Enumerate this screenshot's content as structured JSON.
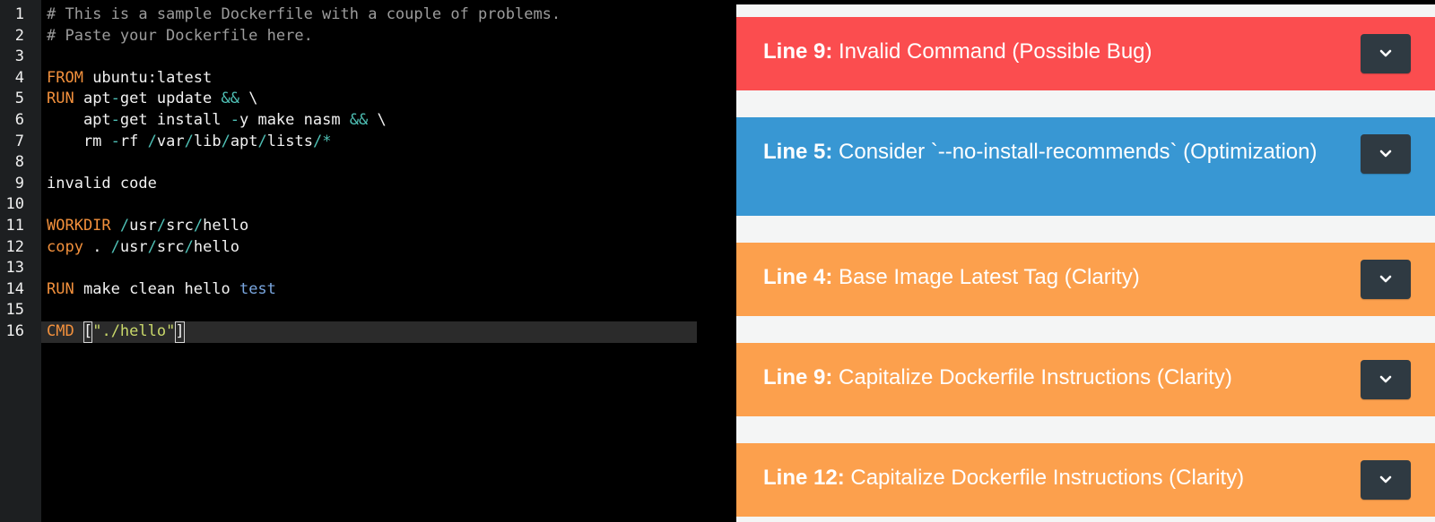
{
  "editor": {
    "lines": [
      {
        "n": "1",
        "tokens": [
          {
            "t": "# This is a sample Dockerfile with a couple of problems.",
            "c": "comment"
          }
        ]
      },
      {
        "n": "2",
        "tokens": [
          {
            "t": "# Paste your Dockerfile here.",
            "c": "comment"
          }
        ]
      },
      {
        "n": "3",
        "tokens": []
      },
      {
        "n": "4",
        "tokens": [
          {
            "t": "FROM",
            "c": "keyword"
          },
          {
            "t": " ubuntu:latest",
            "c": "plain"
          }
        ]
      },
      {
        "n": "5",
        "tokens": [
          {
            "t": "RUN",
            "c": "keyword"
          },
          {
            "t": " apt",
            "c": "plain"
          },
          {
            "t": "-",
            "c": "operator"
          },
          {
            "t": "get update ",
            "c": "plain"
          },
          {
            "t": "&&",
            "c": "operator"
          },
          {
            "t": " \\",
            "c": "plain"
          }
        ]
      },
      {
        "n": "6",
        "tokens": [
          {
            "t": "    apt",
            "c": "plain"
          },
          {
            "t": "-",
            "c": "operator"
          },
          {
            "t": "get install ",
            "c": "plain"
          },
          {
            "t": "-",
            "c": "operator"
          },
          {
            "t": "y make nasm ",
            "c": "plain"
          },
          {
            "t": "&&",
            "c": "operator"
          },
          {
            "t": " \\",
            "c": "plain"
          }
        ]
      },
      {
        "n": "7",
        "tokens": [
          {
            "t": "    rm ",
            "c": "plain"
          },
          {
            "t": "-",
            "c": "operator"
          },
          {
            "t": "rf ",
            "c": "plain"
          },
          {
            "t": "/",
            "c": "operator"
          },
          {
            "t": "var",
            "c": "plain"
          },
          {
            "t": "/",
            "c": "operator"
          },
          {
            "t": "lib",
            "c": "plain"
          },
          {
            "t": "/",
            "c": "operator"
          },
          {
            "t": "apt",
            "c": "plain"
          },
          {
            "t": "/",
            "c": "operator"
          },
          {
            "t": "lists",
            "c": "plain"
          },
          {
            "t": "/*",
            "c": "operator"
          }
        ]
      },
      {
        "n": "8",
        "tokens": []
      },
      {
        "n": "9",
        "tokens": [
          {
            "t": "invalid code",
            "c": "plain"
          }
        ]
      },
      {
        "n": "10",
        "tokens": []
      },
      {
        "n": "11",
        "tokens": [
          {
            "t": "WORKDIR",
            "c": "keyword"
          },
          {
            "t": " ",
            "c": "plain"
          },
          {
            "t": "/",
            "c": "operator"
          },
          {
            "t": "usr",
            "c": "plain"
          },
          {
            "t": "/",
            "c": "operator"
          },
          {
            "t": "src",
            "c": "plain"
          },
          {
            "t": "/",
            "c": "operator"
          },
          {
            "t": "hello",
            "c": "plain"
          }
        ]
      },
      {
        "n": "12",
        "tokens": [
          {
            "t": "copy",
            "c": "keyword"
          },
          {
            "t": " . ",
            "c": "plain"
          },
          {
            "t": "/",
            "c": "operator"
          },
          {
            "t": "usr",
            "c": "plain"
          },
          {
            "t": "/",
            "c": "operator"
          },
          {
            "t": "src",
            "c": "plain"
          },
          {
            "t": "/",
            "c": "operator"
          },
          {
            "t": "hello",
            "c": "plain"
          }
        ]
      },
      {
        "n": "13",
        "tokens": []
      },
      {
        "n": "14",
        "tokens": [
          {
            "t": "RUN",
            "c": "keyword"
          },
          {
            "t": " make clean hello ",
            "c": "plain"
          },
          {
            "t": "test",
            "c": "builtin"
          }
        ]
      },
      {
        "n": "15",
        "tokens": []
      },
      {
        "n": "16",
        "active": true,
        "tokens": [
          {
            "t": "CMD",
            "c": "keyword"
          },
          {
            "t": " ",
            "c": "plain"
          },
          {
            "t": "[",
            "c": "bracket"
          },
          {
            "t": "\"./hello\"",
            "c": "string"
          },
          {
            "t": "]",
            "c": "bracket"
          }
        ]
      }
    ]
  },
  "results": {
    "cards": [
      {
        "line": "Line 9:",
        "text": " Invalid Command (Possible Bug)",
        "severity": "bug",
        "color": "#fb4d4f"
      },
      {
        "line": "Line 5:",
        "text": " Consider `--no-install-recommends` (Optimization)",
        "severity": "optimization",
        "color": "#3897d3"
      },
      {
        "line": "Line 4:",
        "text": " Base Image Latest Tag (Clarity)",
        "severity": "clarity",
        "color": "#fca04d"
      },
      {
        "line": "Line 9:",
        "text": " Capitalize Dockerfile Instructions (Clarity)",
        "severity": "clarity",
        "color": "#fca04d"
      },
      {
        "line": "Line 12:",
        "text": " Capitalize Dockerfile Instructions (Clarity)",
        "severity": "clarity",
        "color": "#fca04d"
      }
    ],
    "toggle_icon": "chevron-down-icon",
    "toggle_color": "#2f3a42"
  }
}
